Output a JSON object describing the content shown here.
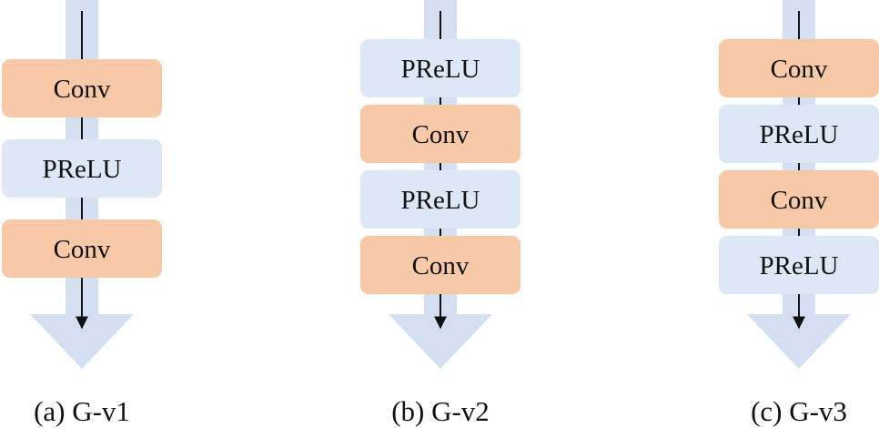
{
  "colors": {
    "conv": "#f7c9a7",
    "prelu": "#dce8f5",
    "flow_arrow": "#d4e0f1",
    "line": "#111111"
  },
  "variants": [
    {
      "caption": "(a) G-v1",
      "blocks": [
        {
          "label": "Conv",
          "kind": "conv"
        },
        {
          "label": "PReLU",
          "kind": "prelu"
        },
        {
          "label": "Conv",
          "kind": "conv"
        }
      ]
    },
    {
      "caption": "(b) G-v2",
      "blocks": [
        {
          "label": "PReLU",
          "kind": "prelu"
        },
        {
          "label": "Conv",
          "kind": "conv"
        },
        {
          "label": "PReLU",
          "kind": "prelu"
        },
        {
          "label": "Conv",
          "kind": "conv"
        }
      ]
    },
    {
      "caption": "(c) G-v3",
      "blocks": [
        {
          "label": "Conv",
          "kind": "conv"
        },
        {
          "label": "PReLU",
          "kind": "prelu"
        },
        {
          "label": "Conv",
          "kind": "conv"
        },
        {
          "label": "PReLU",
          "kind": "prelu"
        }
      ]
    }
  ]
}
